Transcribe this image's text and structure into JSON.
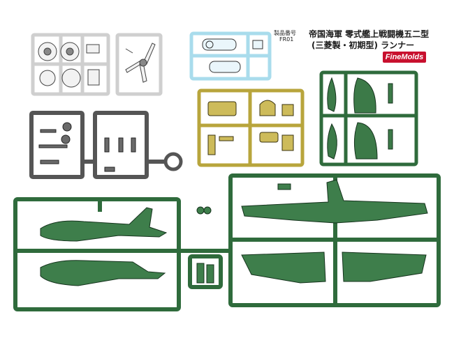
{
  "header": {
    "product_code_label": "製品番号",
    "product_code": "FR01",
    "title_line1": "帝国海軍 零式艦上戦闘機五二型",
    "title_line2": "(三菱製・初期型) ランナー"
  },
  "brand": {
    "name": "FineMolds",
    "color": "#c8102e"
  },
  "runners": [
    {
      "name": "light-gray-runner",
      "color": "#d6d6d6"
    },
    {
      "name": "clear-runner",
      "color": "#9fd6e8"
    },
    {
      "name": "dark-gray-runner",
      "color": "#555555"
    },
    {
      "name": "yellow-runner",
      "color": "#b8a23a"
    },
    {
      "name": "green-runner",
      "color": "#2f6b3c"
    }
  ]
}
